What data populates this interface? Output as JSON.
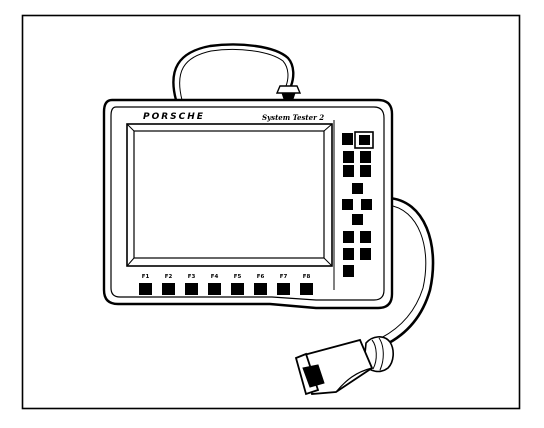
{
  "device": {
    "brand": "PORSCHE",
    "model": "System Tester 2",
    "function_keys": [
      "F1",
      "F2",
      "F3",
      "F4",
      "F5",
      "F6",
      "F7",
      "F8"
    ]
  },
  "colors": {
    "ink": "#000000",
    "background": "#ffffff"
  },
  "icons": {
    "device": "diagnostic-tester-icon",
    "connector": "obd-connector-icon"
  }
}
